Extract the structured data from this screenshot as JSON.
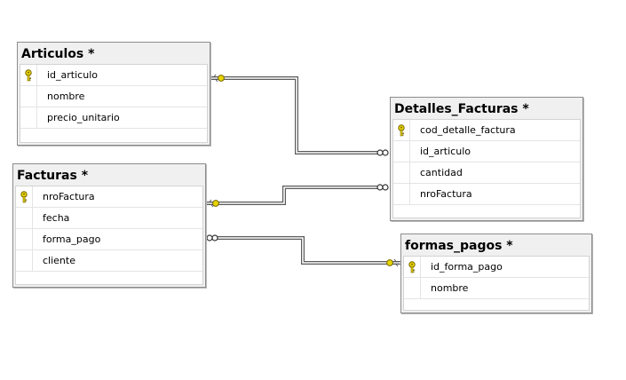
{
  "tables": {
    "articulos": {
      "title": "Articulos *",
      "columns": [
        {
          "name": "id_articulo",
          "icon": "primary-key-icon"
        },
        {
          "name": "nombre"
        },
        {
          "name": "precio_unitario"
        }
      ]
    },
    "detalles_facturas": {
      "title": "Detalles_Facturas *",
      "columns": [
        {
          "name": "cod_detalle_factura",
          "icon": "primary-key-icon"
        },
        {
          "name": "id_articulo"
        },
        {
          "name": "cantidad"
        },
        {
          "name": "nroFactura"
        }
      ]
    },
    "facturas": {
      "title": "Facturas *",
      "columns": [
        {
          "name": "nroFactura",
          "icon": "primary-key-icon"
        },
        {
          "name": "fecha"
        },
        {
          "name": "forma_pago"
        },
        {
          "name": "cliente"
        }
      ]
    },
    "formas_pagos": {
      "title": "formas_pagos *",
      "columns": [
        {
          "name": "id_forma_pago",
          "icon": "primary-key-icon"
        },
        {
          "name": "nombre"
        }
      ]
    }
  },
  "colors": {
    "key_fill": "#e8d400",
    "key_stroke": "#7a6a00",
    "connector": "#5a5a5a"
  }
}
